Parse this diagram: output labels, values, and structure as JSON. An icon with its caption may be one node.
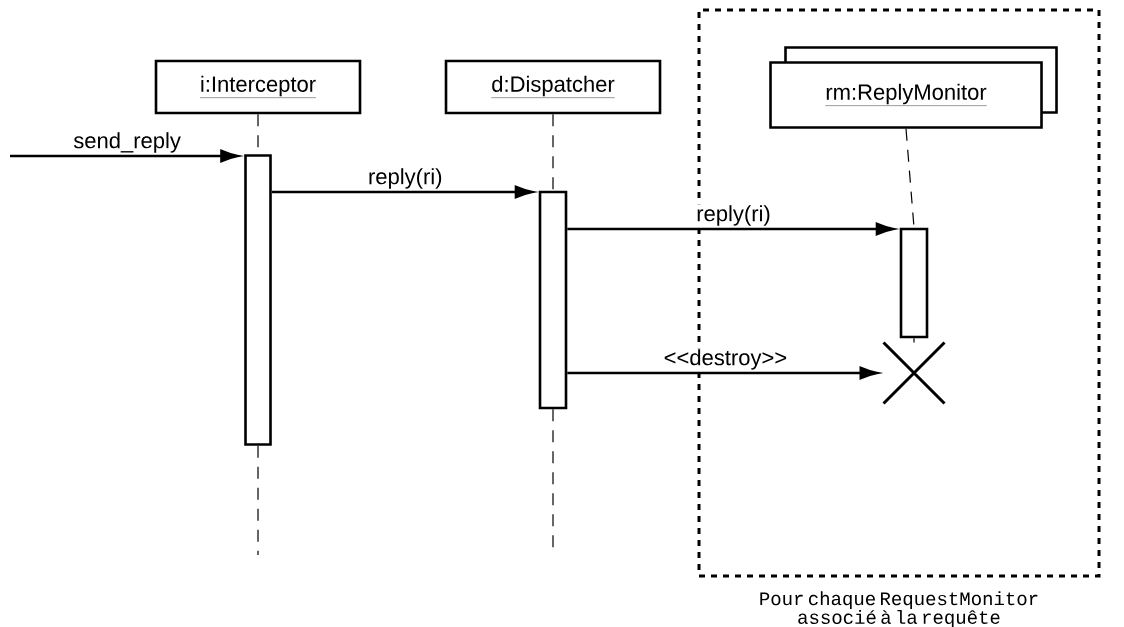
{
  "diagram": {
    "nodes": [
      {
        "text": [],
        "shape": "box",
        "beside": [
          "Pour chaque RequestMonitor associé à la requête"
        ]
      },
      {
        "text": [
          "i:Interceptor"
        ]
      },
      {
        "text": [
          "d:Dispatcher"
        ]
      },
      {
        "text": [
          "rm:ReplyMonitor"
        ],
        "in": 0
      },
      {
        "text": [],
        "shape": "bar"
      },
      {
        "text": [],
        "shape": "bar"
      },
      {
        "text": [],
        "shape": "bar",
        "in": 0
      },
      {
        "text": [],
        "shape": "cross",
        "in": 0
      }
    ],
    "edges": [
      {
        "from": null,
        "to": 4,
        "label": "send_reply",
        "arrow": "to"
      },
      {
        "from": 4,
        "to": 5,
        "label": "reply(ri)",
        "arrow": "to"
      },
      {
        "from": 5,
        "to": 6,
        "label": "reply(ri)",
        "arrow": "to"
      },
      {
        "from": 5,
        "to": 7,
        "label": "<<destroy>>",
        "arrow": "to"
      },
      {
        "from": 1,
        "to": 4,
        "arrow": "none",
        "style": "dashed"
      },
      {
        "from": 4,
        "to": null,
        "arrow": "none",
        "style": "dashed"
      },
      {
        "from": 2,
        "to": 5,
        "arrow": "none",
        "style": "dashed"
      },
      {
        "from": 5,
        "to": null,
        "arrow": "none",
        "style": "dashed"
      },
      {
        "from": 3,
        "to": 6,
        "arrow": "none",
        "style": "dashed"
      },
      {
        "from": 6,
        "to": 7,
        "arrow": "none",
        "style": "dashed"
      }
    ]
  }
}
